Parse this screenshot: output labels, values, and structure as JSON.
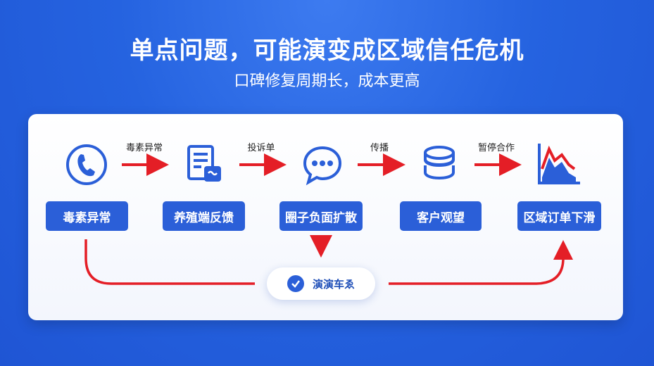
{
  "title": "单点问题，可能演变成区域信任危机",
  "subtitle": "口碑修复周期长，成本更高",
  "nodes": [
    {
      "label": "毒素异常",
      "icon": "phone-hand-icon"
    },
    {
      "label": "养殖端反馈",
      "icon": "feedback-document-icon"
    },
    {
      "label": "圈子负面扩散",
      "icon": "chat-bubble-icon"
    },
    {
      "label": "客户观望",
      "icon": "coin-stack-icon"
    },
    {
      "label": "区域订单下滑",
      "icon": "declining-chart-icon"
    }
  ],
  "arrow_labels": [
    "毒素异常",
    "投诉单",
    "传播",
    "暂停合作"
  ],
  "bottom_pill": {
    "label": "演演车ゑ",
    "icon": "check-circle-icon"
  },
  "colors": {
    "brand_blue": "#2b5fd8",
    "arrow_red": "#e41e26",
    "background": "#2563e0"
  }
}
